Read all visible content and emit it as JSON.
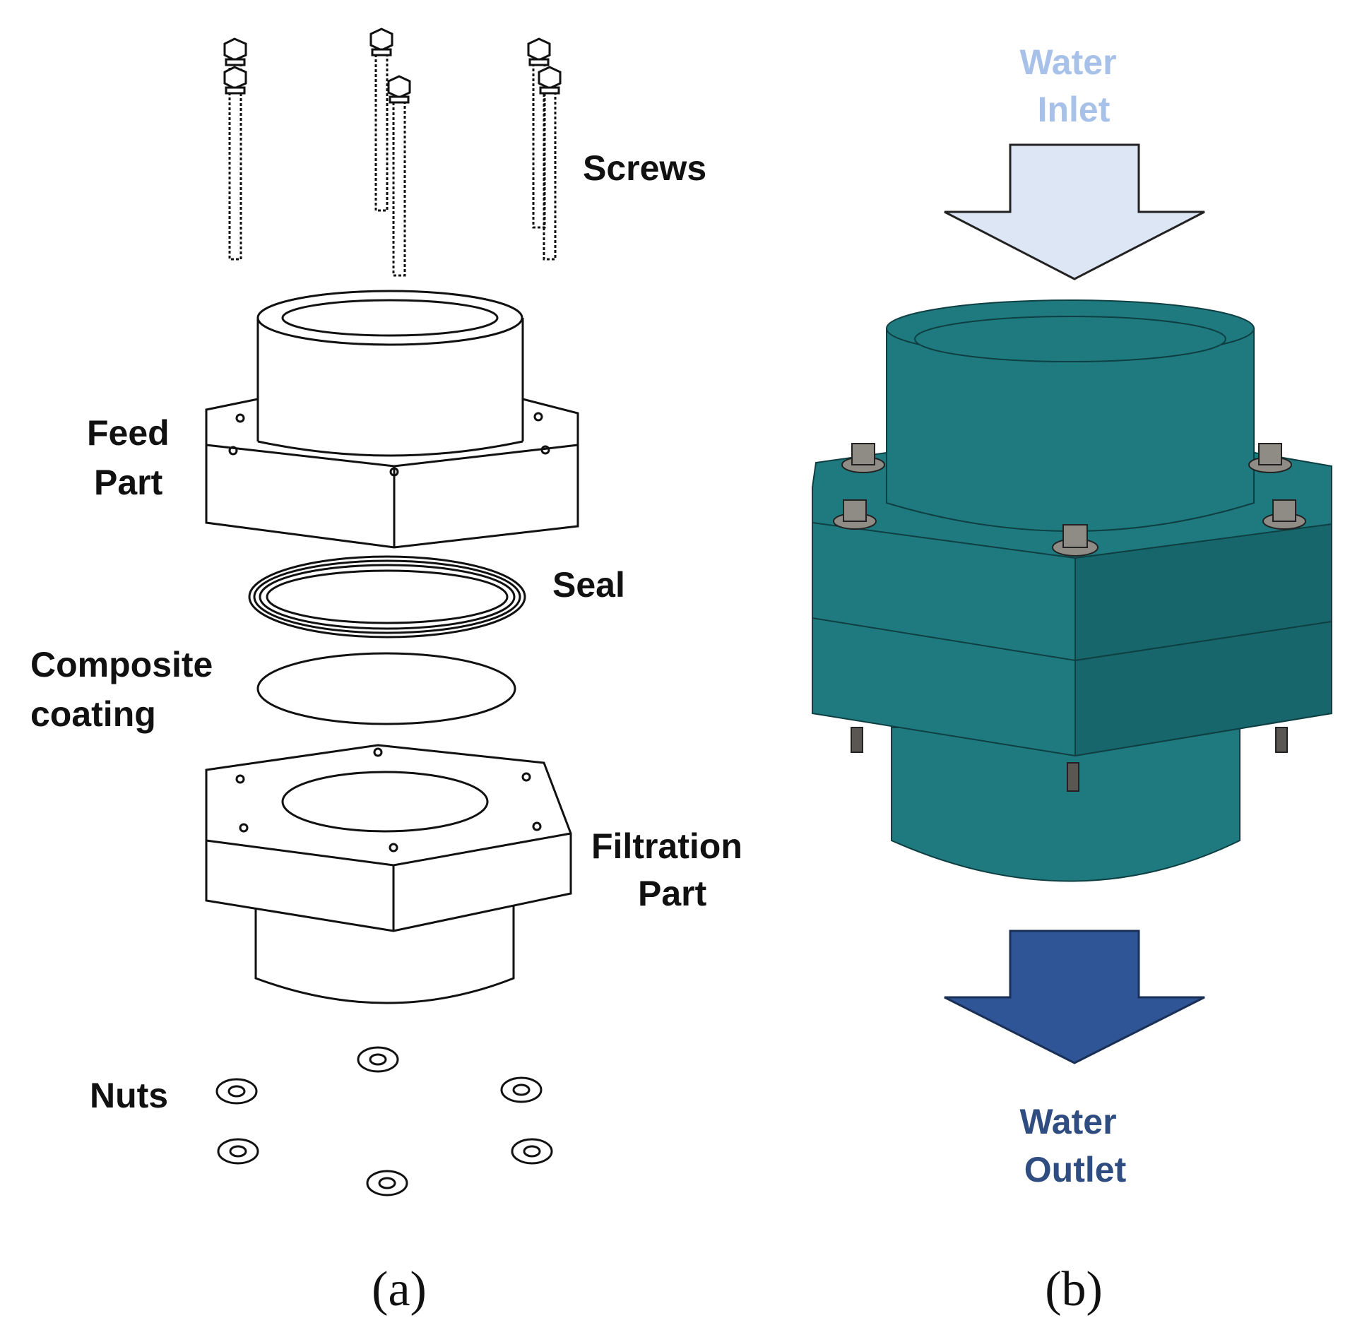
{
  "panel_a": {
    "caption": "(a)",
    "labels": {
      "screws": "Screws",
      "feed_part_line1": "Feed",
      "feed_part_line2": "Part",
      "seal": "Seal",
      "composite_line1": "Composite",
      "composite_line2": "coating",
      "filtration_line1": "Filtration",
      "filtration_line2": "Part",
      "nuts": "Nuts"
    }
  },
  "panel_b": {
    "caption": "(b)",
    "inlet_line1": "Water",
    "inlet_line2": "Inlet",
    "outlet_line1": "Water",
    "outlet_line2": "Outlet"
  },
  "colors": {
    "housing": "#1f7a80",
    "housing_dark": "#17666b",
    "inlet_arrow": "#dde6f5",
    "inlet_text": "#a7c1e8",
    "outlet_arrow": "#2f5597",
    "outlet_text": "#2f4d80",
    "bolt": "#8f8c86"
  }
}
